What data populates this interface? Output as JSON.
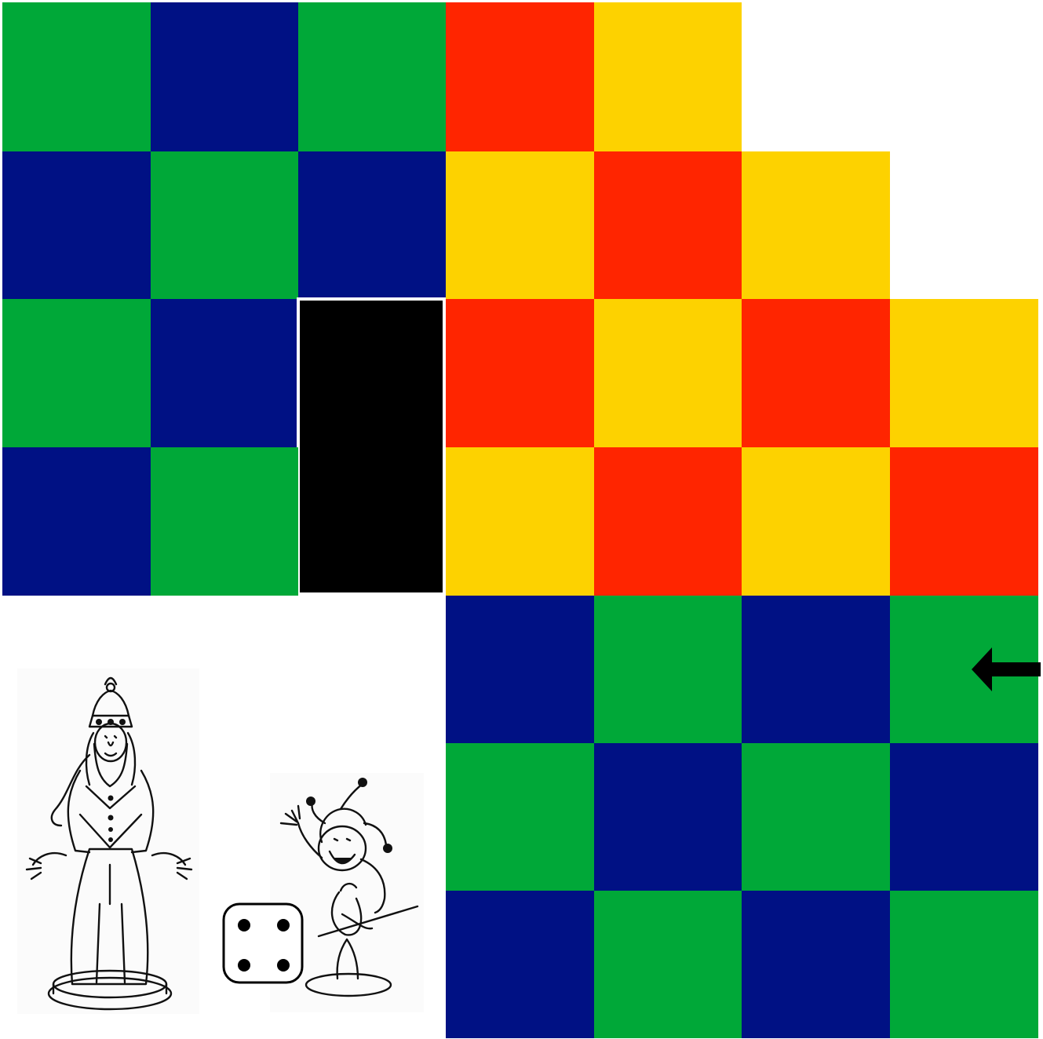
{
  "colors": {
    "green": "#00a838",
    "blue": "#001184",
    "red": "#ff2500",
    "yellow": "#fdd200",
    "black": "#000000",
    "background": "#ffffff"
  },
  "board": {
    "rows": 7,
    "cols": 7,
    "grid": [
      [
        "green",
        "blue",
        "green",
        "red",
        "yellow",
        null,
        null
      ],
      [
        "blue",
        "green",
        "blue",
        "yellow",
        "red",
        "yellow",
        null
      ],
      [
        "green",
        "blue",
        "black",
        "red",
        "yellow",
        "red",
        "yellow"
      ],
      [
        "blue",
        "green",
        "black",
        "yellow",
        "red",
        "yellow",
        "red"
      ],
      [
        null,
        null,
        null,
        "blue",
        "green",
        "blue",
        "green"
      ],
      [
        null,
        null,
        null,
        "green",
        "blue",
        "green",
        "blue"
      ],
      [
        null,
        null,
        null,
        "blue",
        "green",
        "blue",
        "green"
      ]
    ],
    "black_piece": {
      "row": 2,
      "col": 2,
      "row_span": 2
    }
  },
  "pieces": {
    "queen_icon": "queen-figurine-icon",
    "jester_icon": "jester-figurine-icon"
  },
  "die": {
    "value": 4,
    "icon": "die-four-icon"
  },
  "arrow": {
    "direction": "left",
    "icon": "arrow-left-icon",
    "row": 4,
    "col": 6
  }
}
